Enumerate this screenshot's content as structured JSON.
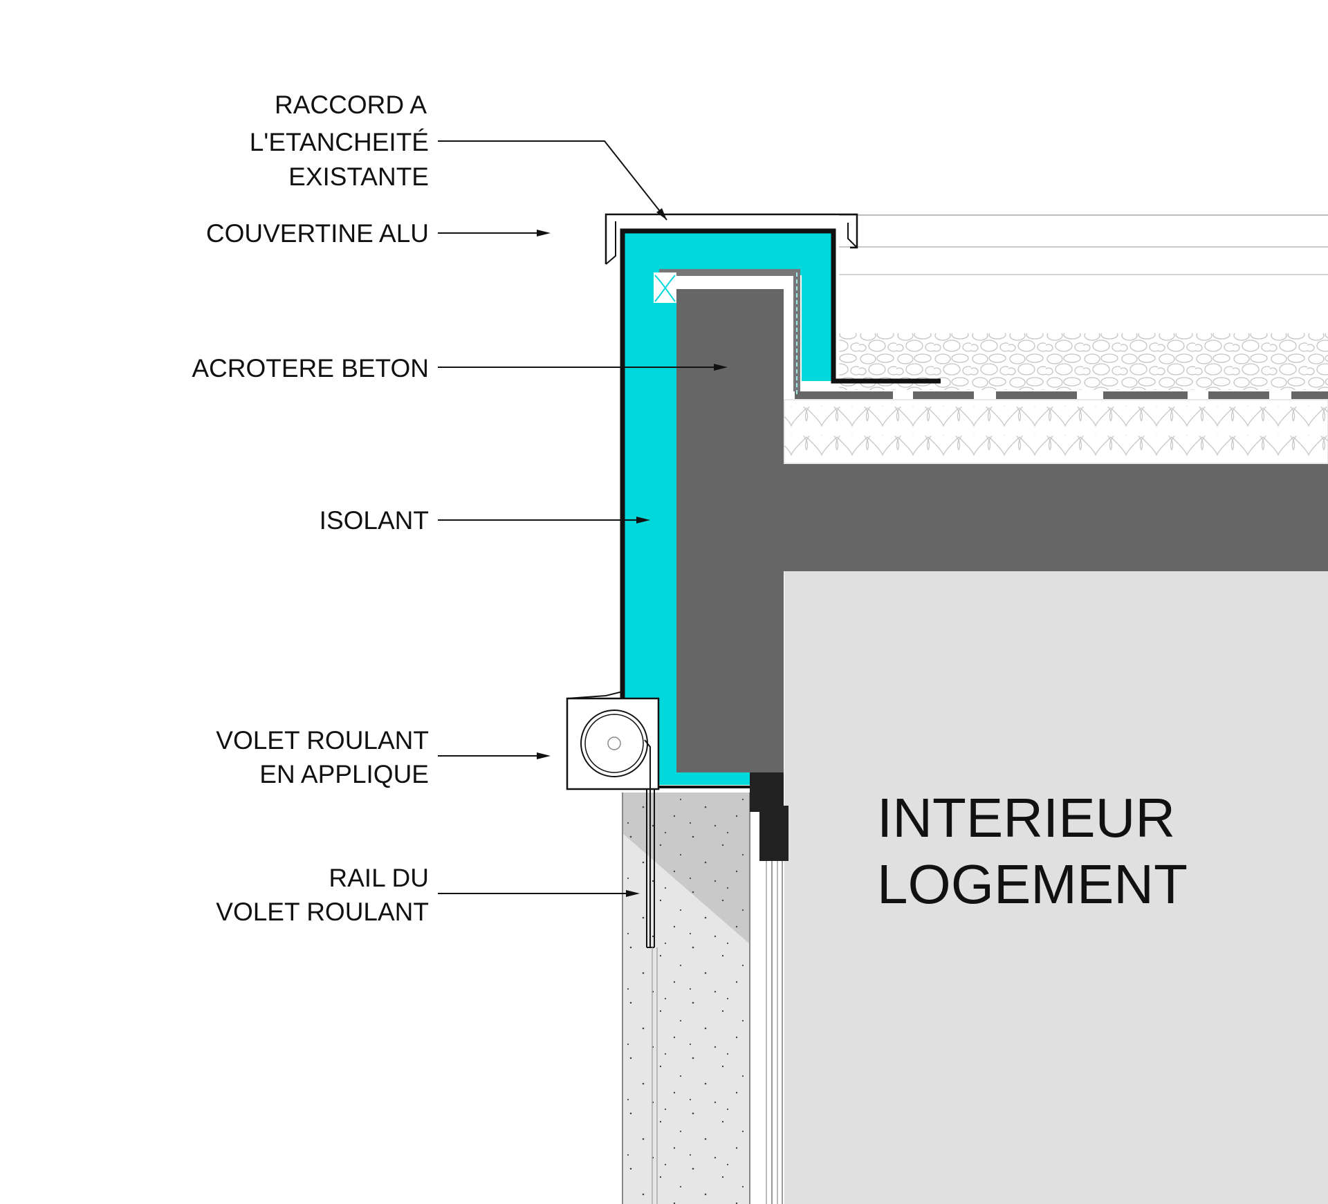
{
  "labels": {
    "raccord": [
      "RACCORD A",
      "L'ETANCHEITÉ",
      "EXISTANTE"
    ],
    "couvertine": [
      "COUVERTINE ALU"
    ],
    "acrotere": [
      "ACROTERE BETON"
    ],
    "isolant": [
      "ISOLANT"
    ],
    "volet": [
      "VOLET ROULANT",
      "EN APPLIQUE"
    ],
    "rail": [
      "RAIL DU",
      "VOLET ROULANT"
    ]
  },
  "interior": [
    "INTERIEUR",
    "LOGEMENT"
  ],
  "colors": {
    "insulation": "#00d8dc",
    "concrete": "#666666",
    "interior": "#e0e0e0",
    "wall_render": "#e6e6e6",
    "line": "#111111"
  }
}
